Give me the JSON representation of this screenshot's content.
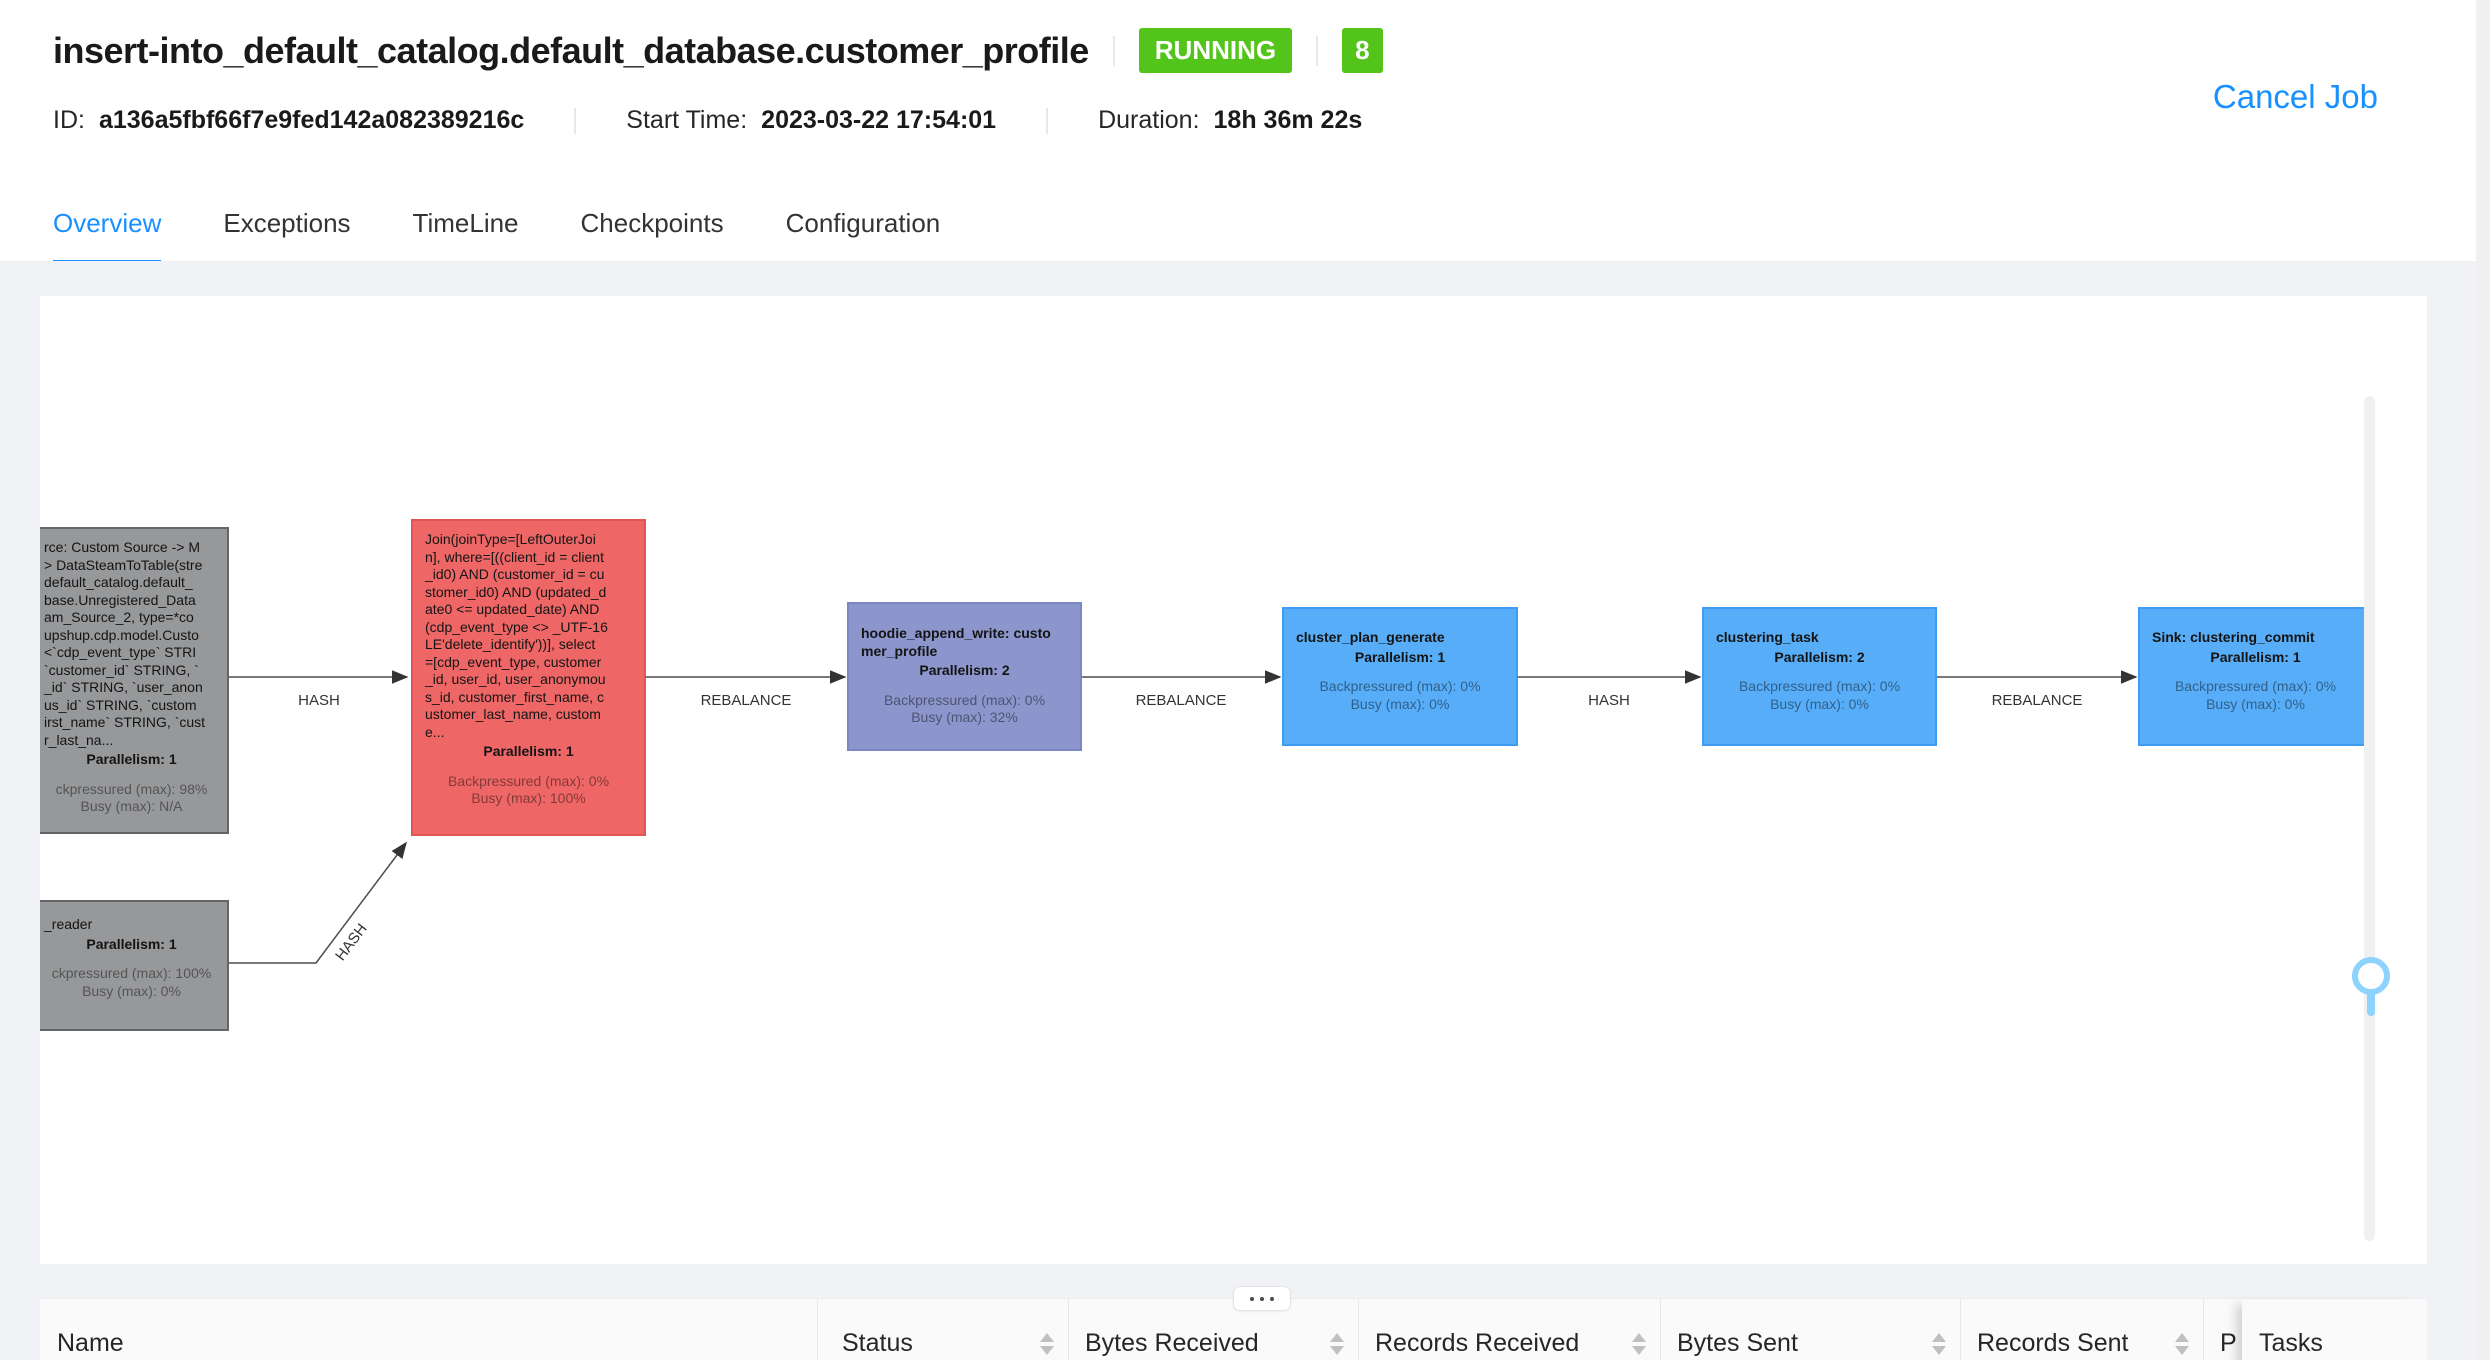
{
  "header": {
    "title": "insert-into_default_catalog.default_database.customer_profile",
    "status_badge": "RUNNING",
    "count_badge": "8",
    "id_label": "ID:",
    "id_value": "a136a5fbf66f7e9fed142a082389216c",
    "start_time_label": "Start Time:",
    "start_time_value": "2023-03-22 17:54:01",
    "duration_label": "Duration:",
    "duration_value": "18h 36m 22s",
    "cancel_job_label": "Cancel Job"
  },
  "tabs": [
    {
      "label": "Overview",
      "active": true
    },
    {
      "label": "Exceptions",
      "active": false
    },
    {
      "label": "TimeLine",
      "active": false
    },
    {
      "label": "Checkpoints",
      "active": false
    },
    {
      "label": "Configuration",
      "active": false
    }
  ],
  "colors": {
    "accent_blue": "#1890ff",
    "status_green": "#52c41a",
    "node_gray": "#97989a",
    "node_red": "#ee6766",
    "node_purple": "#8c96cc",
    "node_blue": "#57adf8",
    "content_background": "#f0f2f5",
    "zoom_handle_blue": "#8ed2fe"
  },
  "graph": {
    "nodes": [
      {
        "id": "source",
        "desc": "rce: Custom Source -> M\n> DataSteamToTable(stre\ndefault_catalog.default_\nbase.Unregistered_Data\nam_Source_2, type=*co\nupshup.cdp.model.Custo\n<`cdp_event_type` STRI\n`customer_id` STRING, `\n_id` STRING, `user_anon\nus_id` STRING, `custom\nirst_name` STRING, `cust\nr_last_na...",
        "parallelism": "Parallelism: 1",
        "metrics": "ckpressured (max): 98%\nBusy (max): N/A"
      },
      {
        "id": "join",
        "desc": "Join(joinType=[LeftOuterJoi\nn], where=[((client_id = client\n_id0) AND (customer_id = cu\nstomer_id0) AND (updated_d\nate0 <= updated_date) AND\n(cdp_event_type <> _UTF-16\nLE'delete_identify'))], select\n=[cdp_event_type, customer\n_id, user_id, user_anonymou\ns_id, customer_first_name, c\nustomer_last_name, custom\ne...",
        "parallelism": "Parallelism: 1",
        "metrics": "Backpressured (max): 0%\nBusy (max): 100%"
      },
      {
        "id": "hoodie_append_write",
        "desc": "hoodie_append_write: custo\nmer_profile",
        "parallelism": "Parallelism: 2",
        "metrics": "Backpressured (max): 0%\nBusy (max): 32%"
      },
      {
        "id": "cluster_plan_generate",
        "desc": "cluster_plan_generate",
        "parallelism": "Parallelism: 1",
        "metrics": "Backpressured (max): 0%\nBusy (max): 0%"
      },
      {
        "id": "clustering_task",
        "desc": "clustering_task",
        "parallelism": "Parallelism: 2",
        "metrics": "Backpressured (max): 0%\nBusy (max): 0%"
      },
      {
        "id": "sink",
        "desc": "Sink: clustering_commit",
        "parallelism": "Parallelism: 1",
        "metrics": "Backpressured (max): 0%\nBusy (max): 0%"
      },
      {
        "id": "reader",
        "desc": "_reader",
        "parallelism": "Parallelism: 1",
        "metrics": "ckpressured (max): 100%\nBusy (max): 0%"
      }
    ],
    "edges": [
      {
        "label": "HASH"
      },
      {
        "label": "REBALANCE"
      },
      {
        "label": "REBALANCE"
      },
      {
        "label": "HASH"
      },
      {
        "label": "REBALANCE"
      },
      {
        "label": "HASH"
      }
    ],
    "icons": {
      "zoom_slider_handle": "magnifier",
      "splitter_handle": "ellipsis"
    }
  },
  "table": {
    "columns": [
      {
        "label": "Name",
        "sortable": false
      },
      {
        "label": "Status",
        "sortable": true
      },
      {
        "label": "Bytes Received",
        "sortable": true
      },
      {
        "label": "Records Received",
        "sortable": true
      },
      {
        "label": "Bytes Sent",
        "sortable": true
      },
      {
        "label": "Records Sent",
        "sortable": true
      },
      {
        "label": "P",
        "sortable": false
      },
      {
        "label": "Tasks",
        "sortable": false
      }
    ]
  }
}
